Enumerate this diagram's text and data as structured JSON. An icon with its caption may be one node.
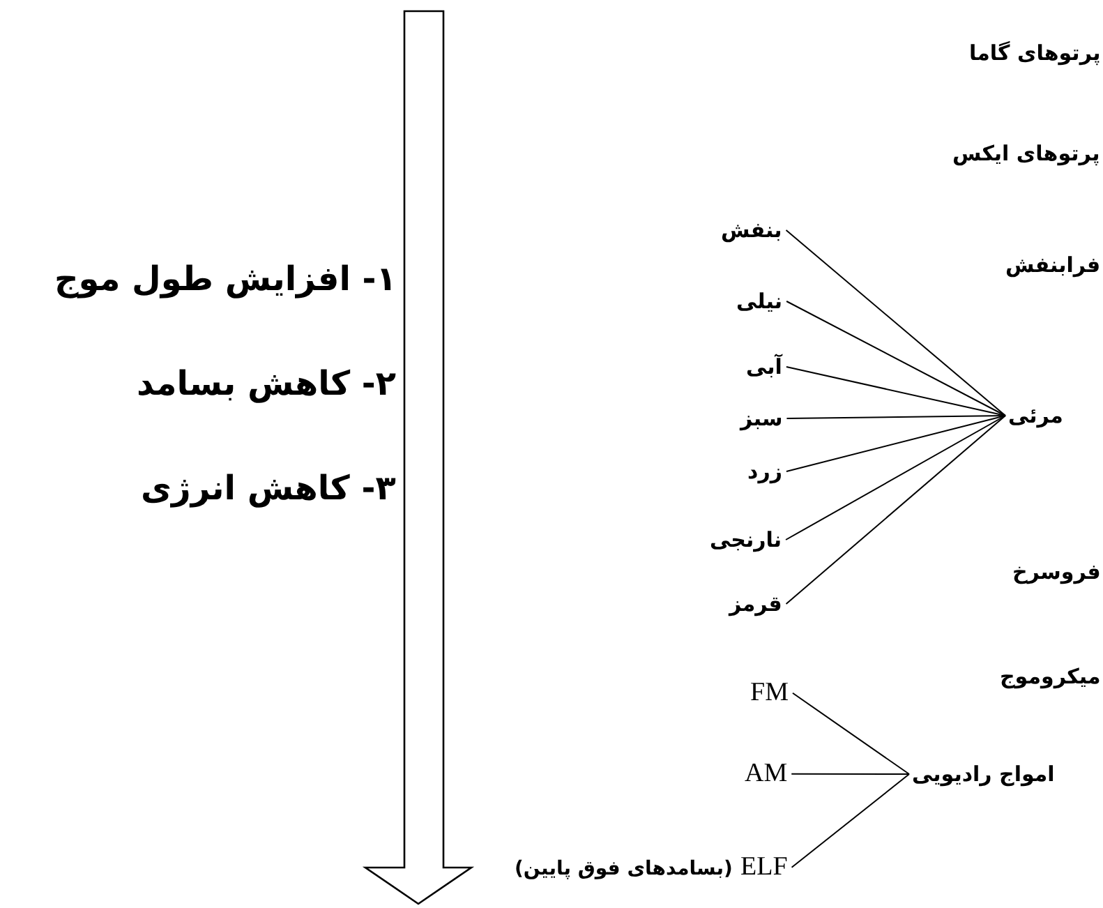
{
  "diagram": {
    "nodes": [
      {
        "text": [
          "پرتوهای گاما"
        ]
      },
      {
        "text": [
          "پرتوهای ایکس"
        ]
      },
      {
        "text": [
          "فرابنفش"
        ]
      },
      {
        "text": [
          "مرئی"
        ]
      },
      {
        "text": [
          "فروسرخ"
        ]
      },
      {
        "text": [
          "میکروموج"
        ]
      },
      {
        "text": [
          "امواج رادیویی"
        ]
      },
      {
        "text": [
          "بنفش"
        ]
      },
      {
        "text": [
          "نیلی"
        ]
      },
      {
        "text": [
          "آبی"
        ]
      },
      {
        "text": [
          "سبز"
        ]
      },
      {
        "text": [
          "زرد"
        ]
      },
      {
        "text": [
          "نارنجی"
        ]
      },
      {
        "text": [
          "قرمز"
        ]
      },
      {
        "text": [
          "FM"
        ]
      },
      {
        "text": [
          "AM"
        ]
      },
      {
        "text": [
          "ELF"
        ],
        "beside": [
          "(بسامدهای فوق پایین)"
        ]
      }
    ],
    "edges": [
      {
        "from": 7,
        "to": 3,
        "arrow": "none"
      },
      {
        "from": 8,
        "to": 3,
        "arrow": "none"
      },
      {
        "from": 9,
        "to": 3,
        "arrow": "none"
      },
      {
        "from": 10,
        "to": 3,
        "arrow": "none"
      },
      {
        "from": 11,
        "to": 3,
        "arrow": "none"
      },
      {
        "from": 12,
        "to": 3,
        "arrow": "none"
      },
      {
        "from": 13,
        "to": 3,
        "arrow": "none"
      },
      {
        "from": 14,
        "to": 6,
        "arrow": "none"
      },
      {
        "from": 15,
        "to": 6,
        "arrow": "none"
      },
      {
        "from": 16,
        "to": 6,
        "arrow": "none"
      }
    ],
    "labels": [
      "۱- افزایش طول موج",
      "۲- کاهش بسامد",
      "۳- کاهش انرژی"
    ]
  }
}
